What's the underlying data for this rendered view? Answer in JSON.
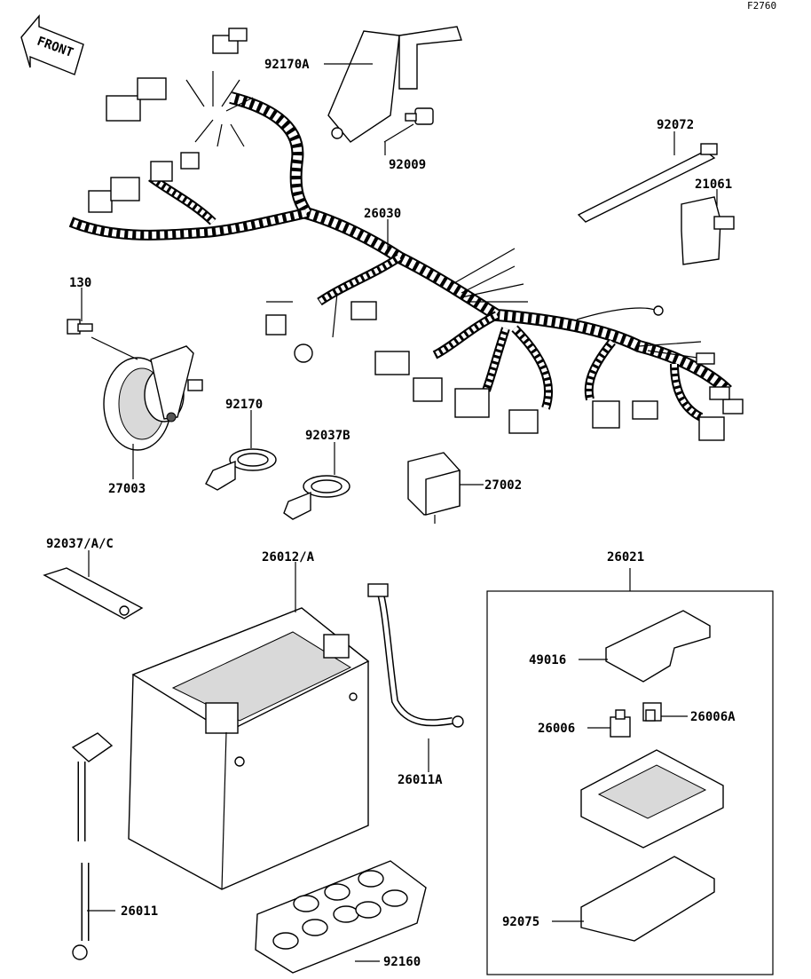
{
  "figure_code": "F2760",
  "front_label": "FRONT",
  "parts": {
    "p92170A": "92170A",
    "p92009": "92009",
    "p92072": "92072",
    "p21061": "21061",
    "p26030": "26030",
    "p130": "130",
    "p92170": "92170",
    "p92037B": "92037B",
    "p27002": "27002",
    "p27003": "27003",
    "p92037AC": "92037/A/C",
    "p26012A": "26012/A",
    "p26021": "26021",
    "p49016": "49016",
    "p26006": "26006",
    "p26006A": "26006A",
    "p26011A": "26011A",
    "p26011": "26011",
    "p92075": "92075",
    "p92160": "92160"
  }
}
